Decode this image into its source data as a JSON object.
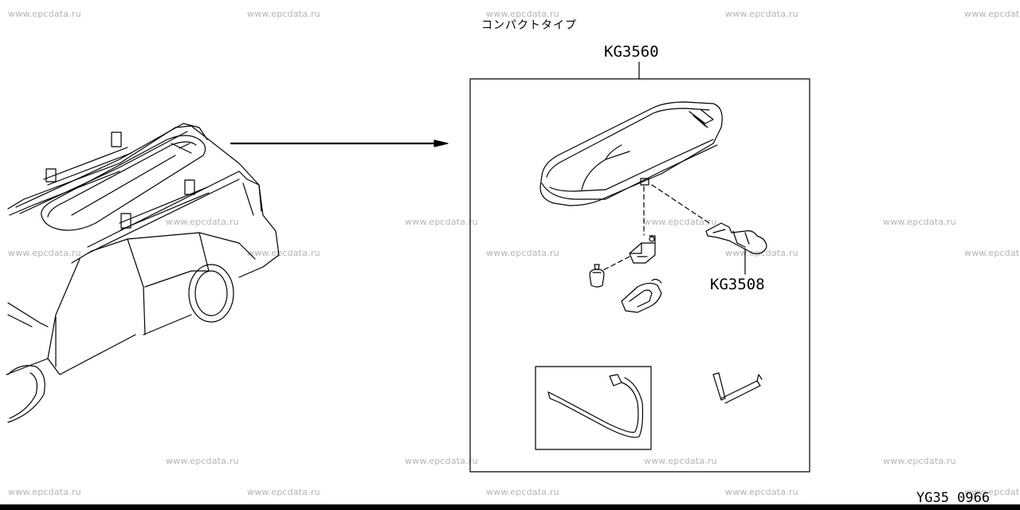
{
  "watermark": "www.epcdata.ru",
  "title": "コンパクトタイプ",
  "callouts": {
    "kit_main": "KG3560",
    "kit_sub": "KG3508"
  },
  "diagram_code": "YG35  0966"
}
